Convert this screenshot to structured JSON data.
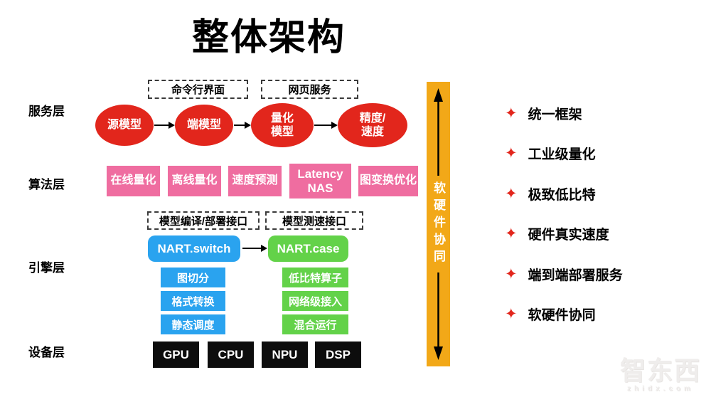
{
  "title": "整体架构",
  "colors": {
    "red": "#e2261c",
    "pink": "#ef6da0",
    "blue": "#2aa3ef",
    "green": "#63d249",
    "yellow": "#f2a818",
    "device_black": "#0d0d0d"
  },
  "layers": [
    {
      "label": "服务层"
    },
    {
      "label": "算法层"
    },
    {
      "label": "引擎层"
    },
    {
      "label": "设备层"
    }
  ],
  "service_layer": {
    "interfaces": [
      {
        "label": "命令行界面"
      },
      {
        "label": "网页服务"
      }
    ],
    "pipeline": [
      {
        "line1": "源模型"
      },
      {
        "line1": "端模型"
      },
      {
        "line1": "量化",
        "line2": "模型"
      },
      {
        "line1": "精度/",
        "line2": "速度"
      }
    ]
  },
  "algorithm_layer": {
    "modules": [
      {
        "label": "在线量化"
      },
      {
        "label": "离线量化"
      },
      {
        "label": "速度预测"
      },
      {
        "label": "Latency NAS"
      },
      {
        "label": "图变换优化"
      }
    ]
  },
  "engine_layer": {
    "interfaces": [
      {
        "label": "模型编译/部署接口"
      },
      {
        "label": "模型测速接口"
      }
    ],
    "nart_switch": "NART.switch",
    "nart_case": "NART.case",
    "switch_modules": [
      {
        "label": "图切分"
      },
      {
        "label": "格式转换"
      },
      {
        "label": "静态调度"
      }
    ],
    "case_modules": [
      {
        "label": "低比特算子"
      },
      {
        "label": "网络级接入"
      },
      {
        "label": "混合运行"
      }
    ]
  },
  "device_layer": {
    "devices": [
      {
        "label": "GPU"
      },
      {
        "label": "CPU"
      },
      {
        "label": "NPU"
      },
      {
        "label": "DSP"
      }
    ]
  },
  "hw_sw_bar": {
    "label": "软硬件协同"
  },
  "features_bullet": "✦",
  "features": [
    {
      "label": "统一框架"
    },
    {
      "label": "工业级量化"
    },
    {
      "label": "极致低比特"
    },
    {
      "label": "硬件真实速度"
    },
    {
      "label": "端到端部署服务"
    },
    {
      "label": "软硬件协同"
    }
  ],
  "watermark": {
    "name": "智东西",
    "domain": "zhidx.com"
  }
}
